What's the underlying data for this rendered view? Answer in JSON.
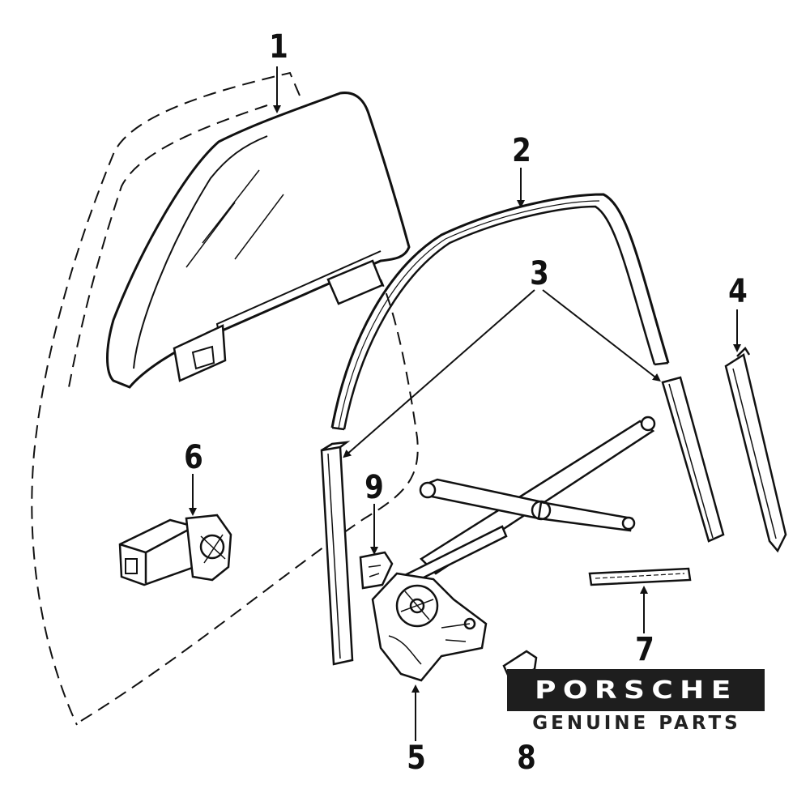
{
  "callouts": {
    "n1": "1",
    "n2": "2",
    "n3": "3",
    "n4": "4",
    "n5": "5",
    "n6": "6",
    "n7": "7",
    "n8": "8",
    "n9": "9"
  },
  "brand": {
    "name": "PORSCHE",
    "tagline": "GENUINE PARTS"
  },
  "colors": {
    "ink": "#111111",
    "brand_bar": "#1e1e1e",
    "background": "#ffffff"
  }
}
